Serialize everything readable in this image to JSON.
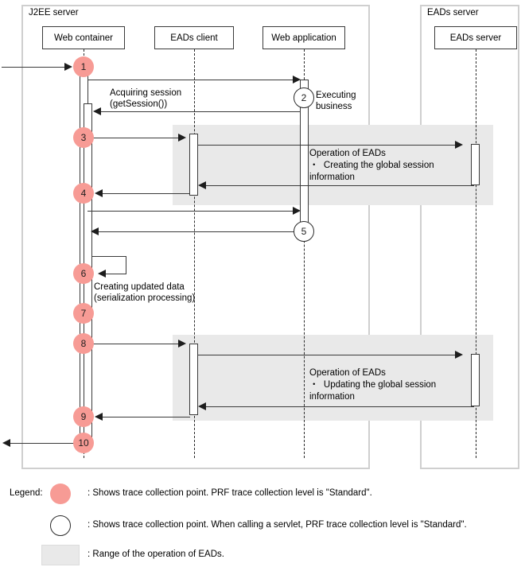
{
  "diagram": {
    "type": "uml-sequence-diagram",
    "frames": [
      {
        "id": "j2ee",
        "title": "J2EE server"
      },
      {
        "id": "eads",
        "title": "EADs server"
      }
    ],
    "participants": [
      {
        "id": "web-container",
        "label": "Web container",
        "frame": "j2ee"
      },
      {
        "id": "eads-client",
        "label": "EADs client",
        "frame": "j2ee"
      },
      {
        "id": "web-application",
        "label": "Web application",
        "frame": "j2ee"
      },
      {
        "id": "eads-server",
        "label": "EADs server",
        "frame": "eads"
      }
    ],
    "messages": [
      {
        "id": "m1",
        "label": "Acquiring session\n(getSession())",
        "from": "web-application",
        "to": "web-container"
      },
      {
        "id": "m2",
        "label": "Executing\nbusiness",
        "at": "web-application"
      },
      {
        "id": "m3",
        "label": "Creating updated data\n(serialization processing)",
        "at": "web-container"
      }
    ],
    "operation_notes": [
      {
        "id": "op1",
        "line1": "Operation of EADs",
        "line2": "・  Creating the global session",
        "line3": "information"
      },
      {
        "id": "op2",
        "line1": "Operation of EADs",
        "line2": "・  Updating the global session",
        "line3": "information"
      }
    ],
    "trace_points": [
      {
        "n": "1",
        "style": "filled",
        "lifeline": "web-container"
      },
      {
        "n": "2",
        "style": "hollow",
        "lifeline": "web-application"
      },
      {
        "n": "3",
        "style": "filled",
        "lifeline": "web-container"
      },
      {
        "n": "4",
        "style": "filled",
        "lifeline": "web-container"
      },
      {
        "n": "5",
        "style": "hollow",
        "lifeline": "web-application"
      },
      {
        "n": "6",
        "style": "filled",
        "lifeline": "web-container"
      },
      {
        "n": "7",
        "style": "filled",
        "lifeline": "web-container"
      },
      {
        "n": "8",
        "style": "filled",
        "lifeline": "web-container"
      },
      {
        "n": "9",
        "style": "filled",
        "lifeline": "web-container"
      },
      {
        "n": "10",
        "style": "filled",
        "lifeline": "web-container"
      }
    ]
  },
  "legend": {
    "title": "Legend:",
    "entries": [
      {
        "swatch": "filled-circle",
        "text": ": Shows trace collection point. PRF trace collection level is \"Standard\"."
      },
      {
        "swatch": "hollow-circle",
        "text": ": Shows trace collection point. When calling a servlet, PRF trace collection level is \"Standard\"."
      },
      {
        "swatch": "gray-rect",
        "text": ": Range of the operation of EADs."
      }
    ]
  },
  "colors": {
    "marker_fill": "#f79b95",
    "band_fill": "#e9e9e9",
    "frame_border": "#cfcfcf",
    "line": "#3a3a3a"
  }
}
